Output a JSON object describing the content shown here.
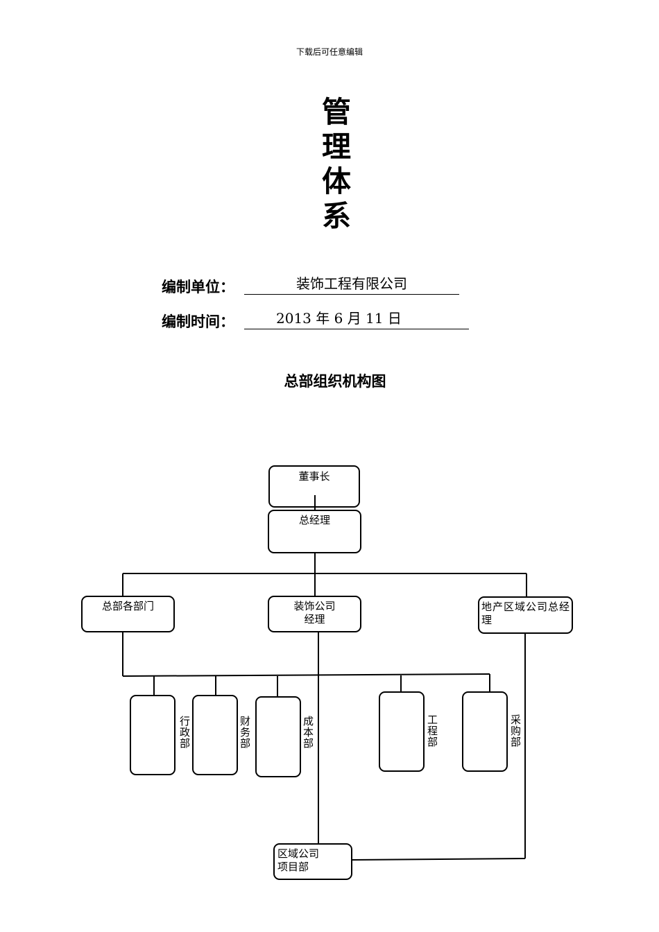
{
  "header_note": "下载后可任意编辑",
  "title_chars": [
    "管",
    "理",
    "体",
    "系"
  ],
  "fields": {
    "unit_label": "编制单位：",
    "unit_value": "装饰工程有限公司",
    "time_label": "编制时间：",
    "time_value": "2013 年 6 月 11 日"
  },
  "chart_title": "总部组织机构图",
  "org": {
    "chairman": "董事长",
    "general_manager": "总经理",
    "hq_departments": "总部各部门",
    "decoration_manager_line1": "装饰公司",
    "decoration_manager_line2": "经理",
    "regional_gm": "地产区域公司总经理",
    "admin_dept": "行政部",
    "finance_dept": "财务部",
    "cost_dept": "成本部",
    "engineering_dept": "工程部",
    "purchasing_dept": "采购部",
    "regional_project_line1": "区域公司",
    "regional_project_line2": "项目部"
  }
}
